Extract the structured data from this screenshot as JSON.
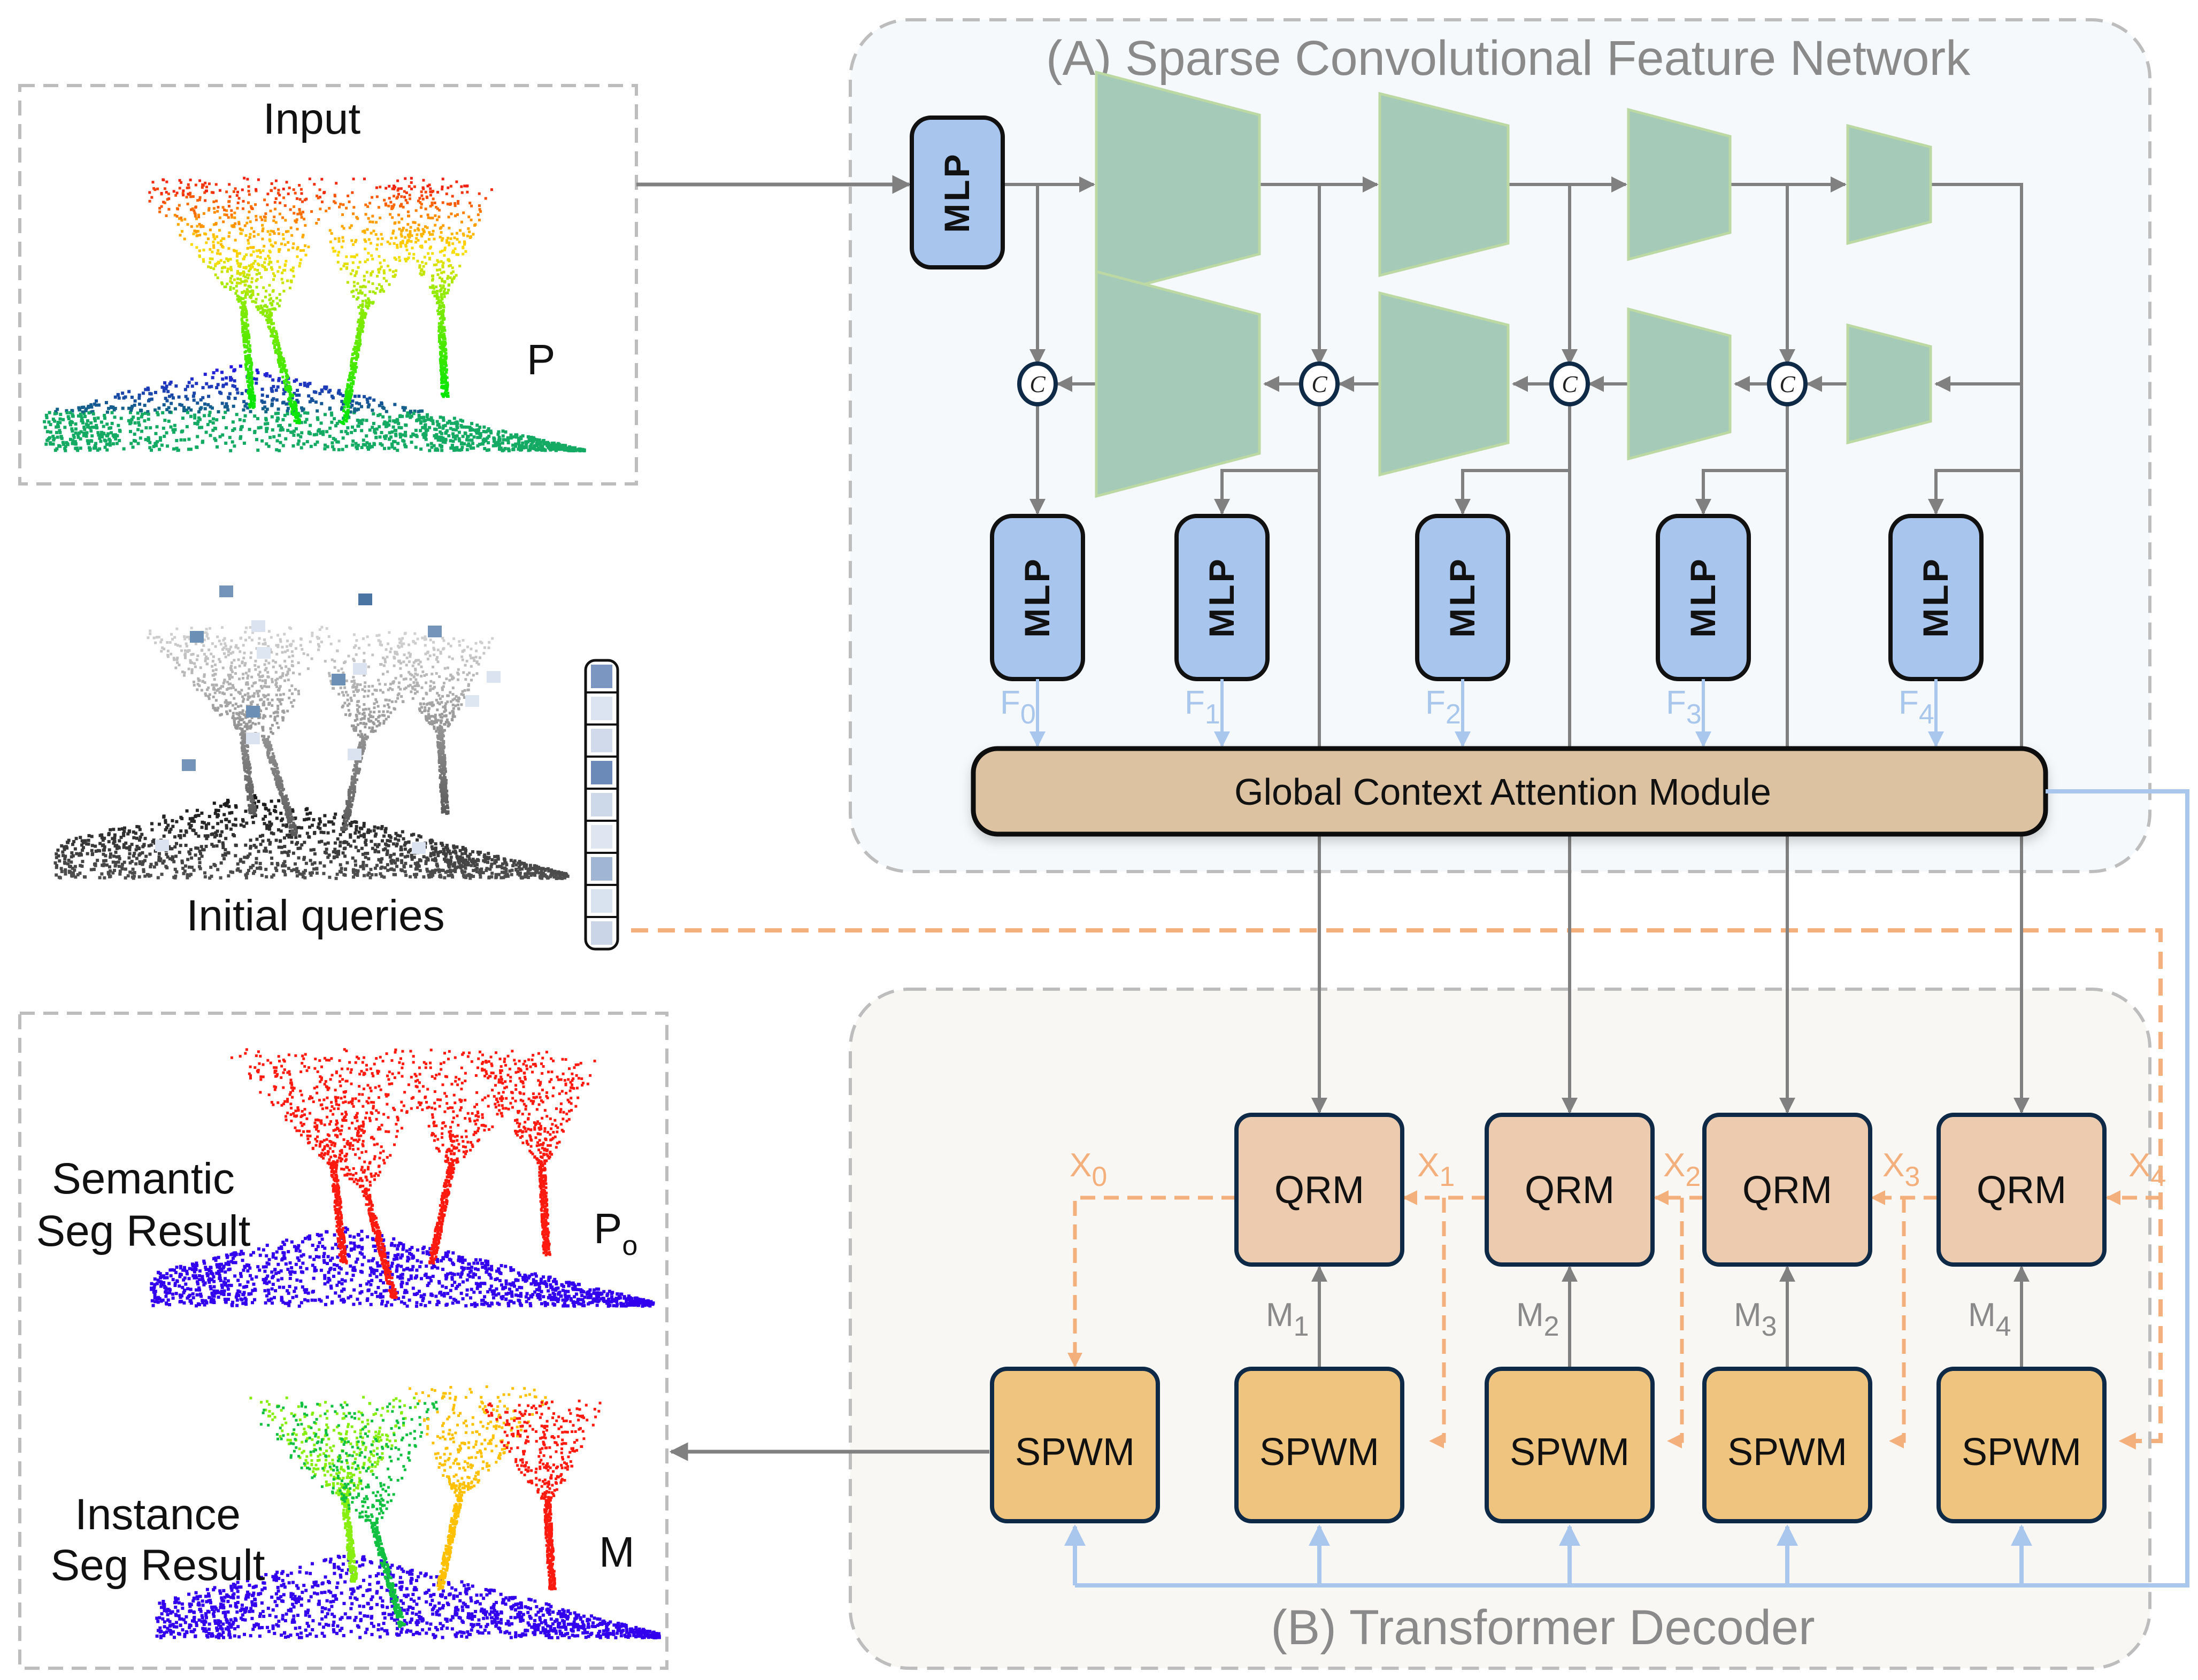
{
  "panels": {
    "encoder_title": "(A) Sparse Convolutional Feature Network",
    "decoder_title": "(B) Transformer Decoder"
  },
  "input": {
    "title": "Input",
    "symbol": "P"
  },
  "queries": {
    "title": "Initial queries",
    "vector_cell_intensities": [
      0.75,
      0.1,
      0.18,
      0.85,
      0.2,
      0.08,
      0.5,
      0.12,
      0.22
    ]
  },
  "outputs": {
    "semantic_label_line1": "Semantic",
    "semantic_label_line2": "Seg Result",
    "semantic_symbol": "P",
    "semantic_symbol_sub": "o",
    "instance_label_line1": "Instance",
    "instance_label_line2": "Seg Result",
    "instance_symbol": "M"
  },
  "encoder": {
    "input_mlp": "MLP",
    "concat_symbol": "C",
    "mlps": [
      "MLP",
      "MLP",
      "MLP",
      "MLP",
      "MLP"
    ],
    "features": [
      {
        "base": "F",
        "sub": "0"
      },
      {
        "base": "F",
        "sub": "1"
      },
      {
        "base": "F",
        "sub": "2"
      },
      {
        "base": "F",
        "sub": "3"
      },
      {
        "base": "F",
        "sub": "4"
      }
    ],
    "gcam_label": "Global Context Attention Module"
  },
  "decoder": {
    "qrm_label": "QRM",
    "spwm_label": "SPWM",
    "x_labels": [
      {
        "base": "X",
        "sub": "0"
      },
      {
        "base": "X",
        "sub": "1"
      },
      {
        "base": "X",
        "sub": "2"
      },
      {
        "base": "X",
        "sub": "3"
      },
      {
        "base": "X",
        "sub": "4"
      }
    ],
    "m_labels": [
      {
        "base": "M",
        "sub": "1"
      },
      {
        "base": "M",
        "sub": "2"
      },
      {
        "base": "M",
        "sub": "3"
      },
      {
        "base": "M",
        "sub": "4"
      }
    ]
  },
  "colors": {
    "mlp_fill": "#a8c5ee",
    "trapezoid_fill": "#a5cab7",
    "gcam_fill": "#dcc2a0",
    "qrm_fill": "#eccbae",
    "spwm_fill": "#efc47f",
    "arrow_gray": "#808080",
    "feature_blue": "#a9c6ec",
    "query_orange": "#f3b07d",
    "panel_a_bg": "#f5f9fb",
    "panel_b_bg": "#f8f7f3"
  }
}
